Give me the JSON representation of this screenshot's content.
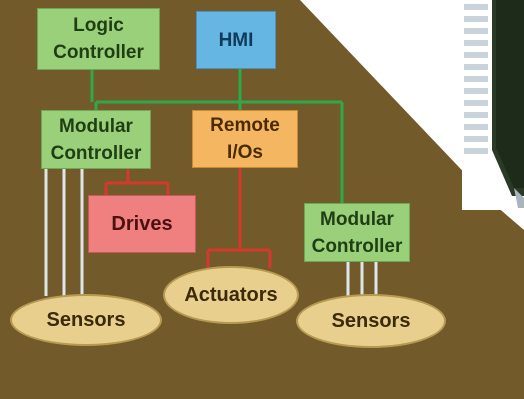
{
  "colors": {
    "background": "#735a2b",
    "green_box": "#9bd07a",
    "blue_box": "#66b6e3",
    "orange_box": "#f4b660",
    "pink_box": "#f08080",
    "oval": "#e9cf8e",
    "network_line": "#2fa84a",
    "io_line": "#d33a2c",
    "sensor_line": "#dde6e8"
  },
  "nodes": {
    "logic_controller": "Logic\nController",
    "hmi": "HMI",
    "modular_controller_left": "Modular\nController",
    "remote_ios": "Remote\nI/Os",
    "drives": "Drives",
    "modular_controller_right": "Modular\nController",
    "actuators": "Actuators",
    "sensors_left": "Sensors",
    "sensors_right": "Sensors"
  }
}
